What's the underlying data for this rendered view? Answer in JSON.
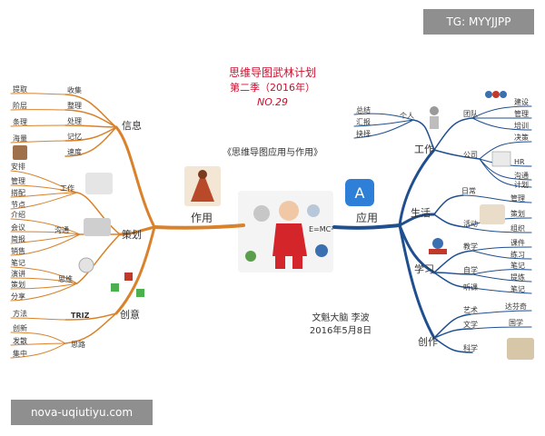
{
  "header": {
    "title": "思维导图武林计划",
    "season": "第二季（2016年）",
    "number": "NO.29",
    "subtitle": "《思维导图应用与作用》"
  },
  "author": {
    "name": "文魁大脑 李波",
    "date": "2016年5月8日"
  },
  "watermarks": {
    "top": "TG: MYYJJPP",
    "bottom": "nova-uqiutiyu.com"
  },
  "colors": {
    "left": "#d9822b",
    "right": "#1f4f8f",
    "title_red": "#c8102e"
  },
  "left": {
    "main": "作用",
    "xinxi": {
      "label": "信息",
      "sub": [
        "收集",
        "整理",
        "处理",
        "记忆",
        "速度"
      ],
      "leaves": [
        "提取",
        "阶层",
        "条理",
        "海量"
      ]
    },
    "cehua": {
      "label": "策划",
      "sub": [
        "工作",
        "沟通",
        "思维"
      ],
      "work_leaves": [
        "安排",
        "管理",
        "搭配",
        "节点"
      ],
      "comm_leaves": [
        "介绍",
        "会议",
        "简报",
        "销售"
      ],
      "think_leaves": [
        "笔记",
        "演讲",
        "策划",
        "分享"
      ]
    },
    "chuangyi": {
      "label": "创意",
      "sub": [
        "TRIZ",
        "思路"
      ],
      "leaves": [
        "方法",
        "创新",
        "发散",
        "集中"
      ]
    }
  },
  "right": {
    "main": "应用",
    "gongzuo": {
      "label": "工作",
      "sub": [
        "个人",
        "团队",
        "公司"
      ],
      "personal_leaves": [
        "总结",
        "汇报",
        "抉择"
      ],
      "team_leaves": [
        "建设",
        "管理",
        "培训"
      ],
      "company_leaves": [
        "决策",
        "HR",
        "沟通",
        "计划"
      ]
    },
    "shenghuo": {
      "label": "生活",
      "sub": [
        "日常",
        "活动"
      ],
      "daily_leaves": [
        "管理"
      ],
      "activity_leaves": [
        "策划",
        "组织"
      ]
    },
    "xuexi": {
      "label": "学习",
      "sub": [
        "教学",
        "自学",
        "听课"
      ],
      "teach_leaves": [
        "课件",
        "练习"
      ],
      "self_leaves": [
        "笔记",
        "提炼"
      ],
      "listen_leaves": [
        "笔记"
      ]
    },
    "chuangzuo": {
      "label": "创作",
      "sub": [
        "艺术",
        "文学",
        "科学"
      ],
      "art_leaves": [
        "达芬奇"
      ],
      "lit_leaves": [
        "国学"
      ]
    }
  }
}
